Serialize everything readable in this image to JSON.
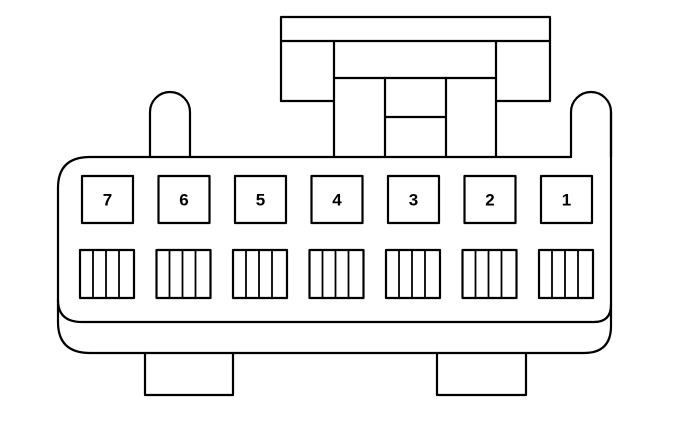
{
  "connector": {
    "pins": [
      {
        "number": "7"
      },
      {
        "number": "6"
      },
      {
        "number": "5"
      },
      {
        "number": "4"
      },
      {
        "number": "3"
      },
      {
        "number": "2"
      },
      {
        "number": "1"
      }
    ]
  }
}
